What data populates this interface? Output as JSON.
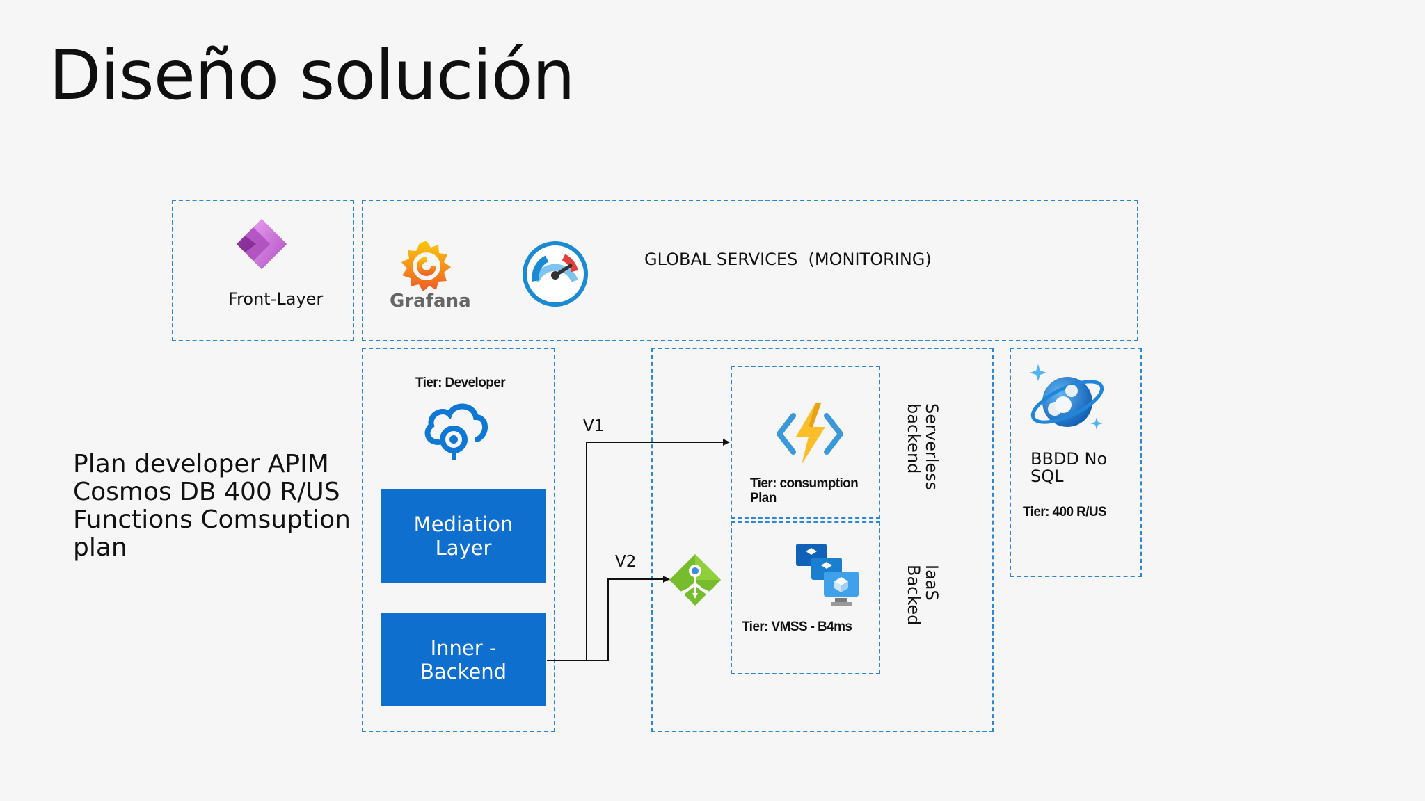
{
  "slide": {
    "title": "Diseño solución"
  },
  "plan_list": [
    "Plan developer APIM",
    "Cosmos DB 400 R/US",
    "Functions Comsuption plan"
  ],
  "front_layer": {
    "label": "Front-Layer",
    "icon": "power-apps-icon"
  },
  "global_services": {
    "label": "GLOBAL SERVICES  (MONITORING)",
    "grafana_label": "Grafana",
    "icons": [
      "grafana-icon",
      "app-insights-icon"
    ]
  },
  "apim": {
    "tier": "Tier: Developer",
    "icon": "api-management-icon",
    "mediation_line1": "Mediation",
    "mediation_line2": "Layer",
    "inner_line1": "Inner -",
    "inner_line2": "Backend"
  },
  "connections": {
    "v1": "V1",
    "v2": "V2"
  },
  "serverless": {
    "tier_line1": "Tier: consumption",
    "tier_line2": "Plan",
    "side_line1": "Serverless",
    "side_line2": "backend",
    "icon": "azure-functions-icon"
  },
  "iaas": {
    "tier": "Tier: VMSS - B4ms",
    "side_line1": "IaaS",
    "side_line2": "Backed",
    "icon": "vmss-icon",
    "gateway_icon": "load-balancer-icon"
  },
  "cosmos": {
    "line1": "BBDD No",
    "line2": "SQL",
    "tier": "Tier: 400 R/US",
    "icon": "cosmos-db-icon"
  },
  "colors": {
    "accent": "#0f6fcf",
    "dashed_border": "#2e86d6",
    "background": "#f6f6f6"
  }
}
